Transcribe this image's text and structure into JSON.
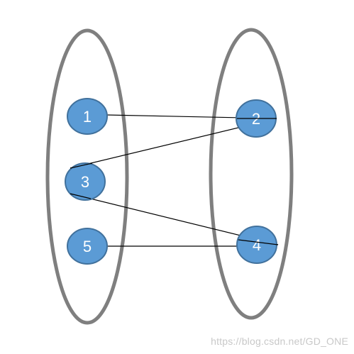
{
  "diagram": {
    "node_fill": "#5b9bd5",
    "node_stroke": "#41719c",
    "set_stroke": "#7f7f7f",
    "edge_color": "#000000",
    "left_set": [
      {
        "id": "n1",
        "label": "1"
      },
      {
        "id": "n3",
        "label": "3"
      },
      {
        "id": "n5",
        "label": "5"
      }
    ],
    "right_set": [
      {
        "id": "n2",
        "label": "2"
      },
      {
        "id": "n4",
        "label": "4"
      }
    ],
    "edges": [
      {
        "from": "1",
        "to": "2"
      },
      {
        "from": "3",
        "to": "2"
      },
      {
        "from": "3",
        "to": "4"
      },
      {
        "from": "5",
        "to": "4"
      }
    ]
  },
  "watermark": "https://blog.csdn.net/GD_ONE"
}
